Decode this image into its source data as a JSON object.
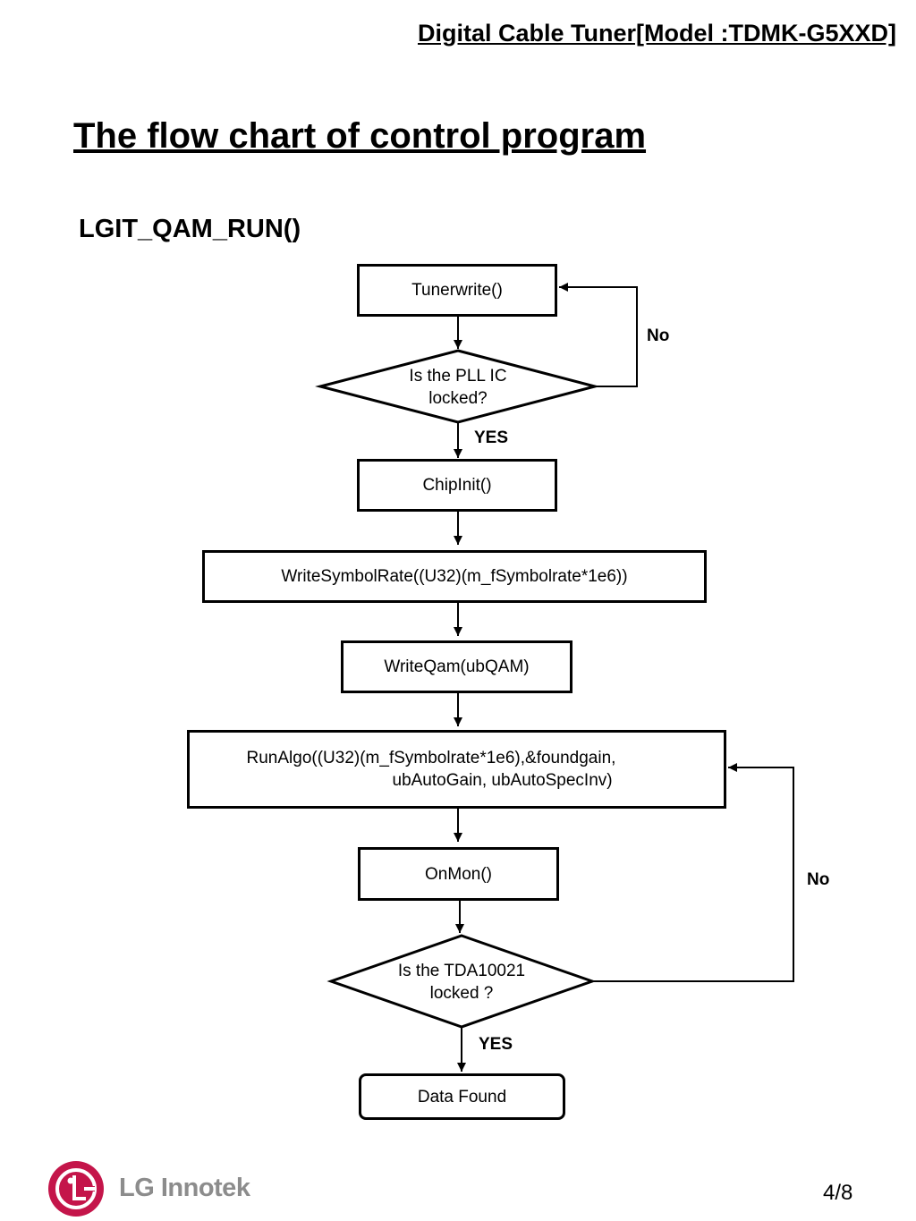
{
  "header": {
    "title": "Digital Cable Tuner[Model :TDMK-G5XXD]"
  },
  "page_title": "The flow chart of control program",
  "function_name": "LGIT_QAM_RUN()",
  "flowchart": {
    "nodes": {
      "tunerwrite": "Tunerwrite()",
      "pll_check_line1": "Is the PLL IC",
      "pll_check_line2": "locked?",
      "chipinit": "ChipInit()",
      "write_symbol_rate": "WriteSymbolRate((U32)(m_fSymbolrate*1e6))",
      "write_qam": "WriteQam(ubQAM)",
      "run_algo_line1": "RunAlgo((U32)(m_fSymbolrate*1e6),&foundgain,",
      "run_algo_line2": "ubAutoGain, ubAutoSpecInv)",
      "onmon": "OnMon()",
      "tda_check_line1": "Is the TDA10021",
      "tda_check_line2": "locked ?",
      "data_found": "Data Found"
    },
    "edge_labels": {
      "pll_no": "No",
      "pll_yes": "YES",
      "tda_no": "No",
      "tda_yes": "YES"
    }
  },
  "footer": {
    "brand": "LG Innotek",
    "logo_icon": "lg-logo-icon",
    "logo_color": "#C4154A",
    "page_number": "4/8"
  }
}
